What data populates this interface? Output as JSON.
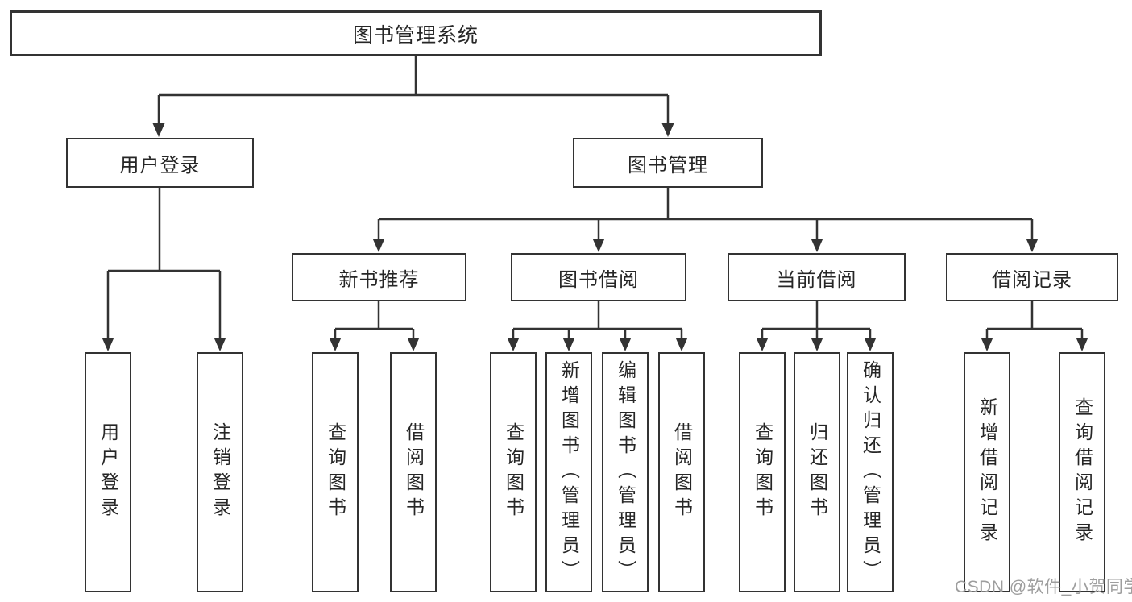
{
  "diagram": {
    "title": "图书管理系统",
    "level2": {
      "user_login": {
        "label": "用户登录",
        "children": {
          "login": "用户登录",
          "logout": "注销登录"
        }
      },
      "book_management": {
        "label": "图书管理",
        "children": {
          "new_book_rec": {
            "label": "新书推荐",
            "children": {
              "query_book": "查询图书",
              "borrow_book": "借阅图书"
            }
          },
          "book_borrow": {
            "label": "图书借阅",
            "children": {
              "query_book": "查询图书",
              "add_book": "新增图书（管理员）",
              "edit_book": "编辑图书（管理员）",
              "borrow_book": "借阅图书"
            }
          },
          "current_borrow": {
            "label": "当前借阅",
            "children": {
              "query_book": "查询图书",
              "return_book": "归还图书",
              "confirm_return": "确认归还（管理员）"
            }
          },
          "borrow_records": {
            "label": "借阅记录",
            "children": {
              "add_record": "新增借阅记录",
              "query_record": "查询借阅记录"
            }
          }
        }
      }
    }
  },
  "watermark": "CSDN @软件_小贺同学",
  "colors": {
    "line": "#333333",
    "text": "#262626",
    "watermark": "#9e9e9e",
    "background": "#ffffff"
  }
}
